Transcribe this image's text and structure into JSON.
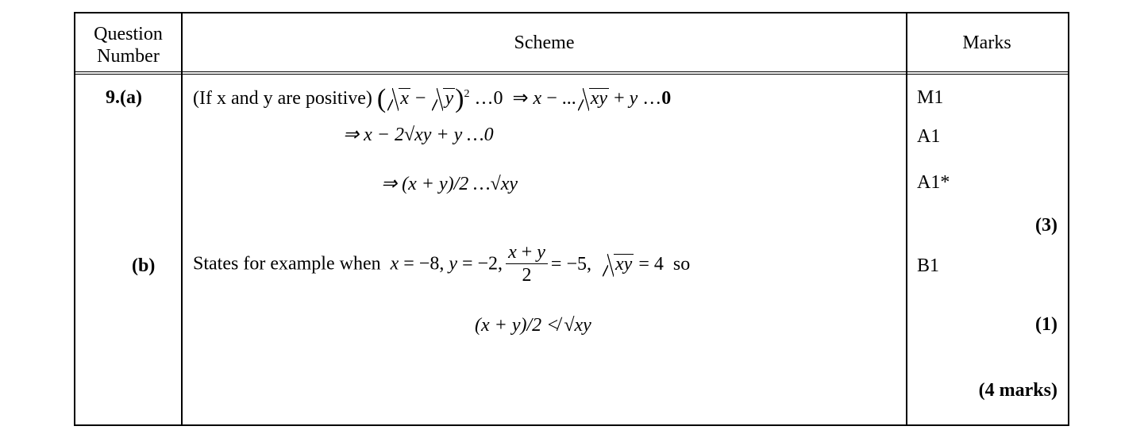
{
  "header": {
    "question_number": "Question Number",
    "scheme": "Scheme",
    "marks": "Marks"
  },
  "question": {
    "number": "9.(a)",
    "part_b": "(b)"
  },
  "part_a": {
    "intro": "(If x and y are positive)",
    "line1": "(√x − √y)² …0 ⇒ x − …√xy + y …0",
    "line2": "⇒ x − 2√xy + y …0",
    "line3": "⇒ (x + y)/2 …√xy",
    "marks": [
      "M1",
      "A1",
      "A1*"
    ],
    "total": "(3)"
  },
  "part_b": {
    "text": "States for example when",
    "line1": "x = −8, y = −2, (x + y)/2 = −5, √xy = 4 so",
    "line2": "(x + y)/2 ≮ √xy",
    "marks": [
      "B1"
    ],
    "total": "(1)"
  },
  "grand_total": "(4 marks)"
}
